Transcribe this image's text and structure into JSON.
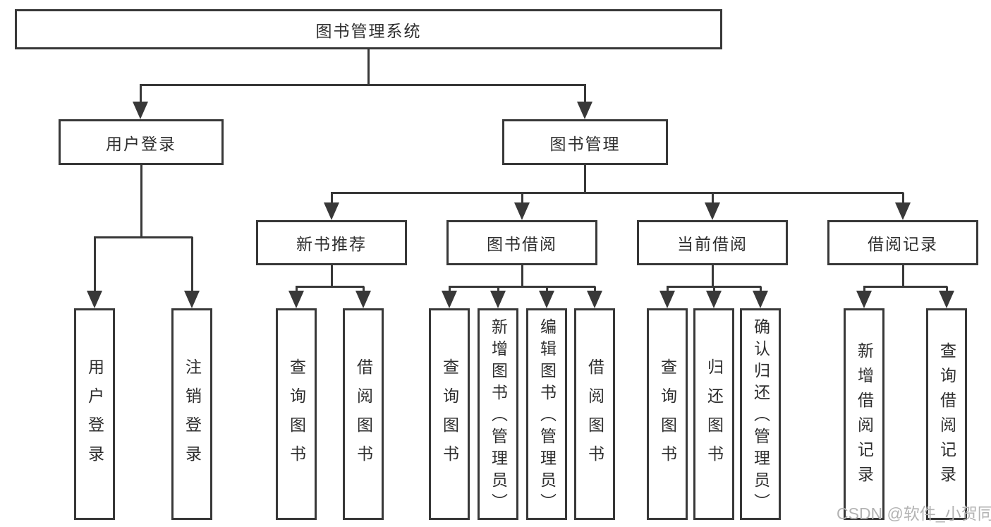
{
  "root": {
    "label": "图书管理系统"
  },
  "login": {
    "label": "用户登录",
    "children": [
      {
        "label": "用户登录"
      },
      {
        "label": "注销登录"
      }
    ]
  },
  "mgmt": {
    "label": "图书管理",
    "children": [
      {
        "label": "新书推荐",
        "children": [
          {
            "label": "查询图书"
          },
          {
            "label": "借阅图书"
          }
        ]
      },
      {
        "label": "图书借阅",
        "children": [
          {
            "label": "查询图书"
          },
          {
            "label": "新增图书（管理员）"
          },
          {
            "label": "编辑图书（管理员）"
          },
          {
            "label": "借阅图书"
          }
        ]
      },
      {
        "label": "当前借阅",
        "children": [
          {
            "label": "查询图书"
          },
          {
            "label": "归还图书"
          },
          {
            "label": "确认归还（管理员）"
          }
        ]
      },
      {
        "label": "借阅记录",
        "children": [
          {
            "label": "新增借阅记录"
          },
          {
            "label": "查询借阅记录"
          }
        ]
      }
    ]
  },
  "watermark": {
    "text": "CSDN @软件_小贺同学"
  },
  "colors": {
    "line": "#383838",
    "box_border": "#383838",
    "text": "#2e2e2e",
    "watermark": "#b3b3b3",
    "background": "#ffffff"
  }
}
